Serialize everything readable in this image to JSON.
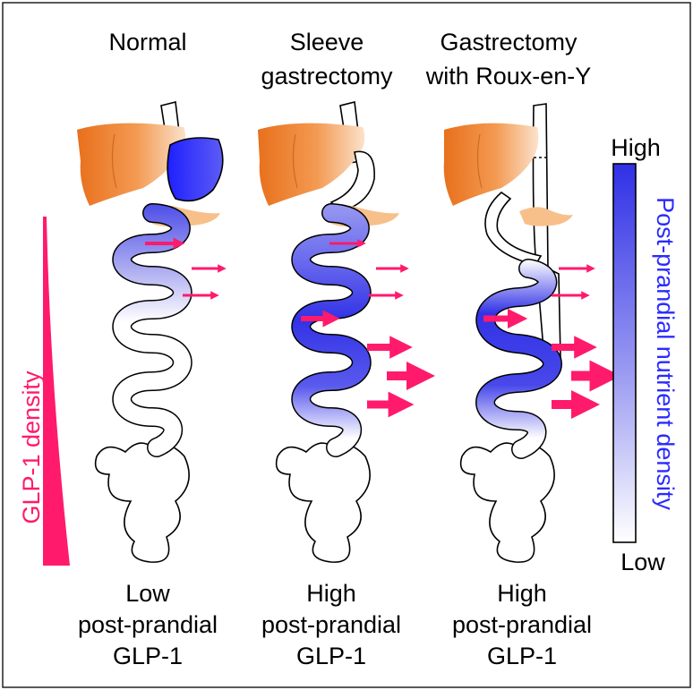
{
  "columns": [
    {
      "title_lines": [
        "Normal"
      ],
      "result_lines": [
        "Low",
        "post-prandial",
        "GLP-1"
      ]
    },
    {
      "title_lines": [
        "Sleeve",
        "gastrectomy"
      ],
      "result_lines": [
        "High",
        "post-prandial",
        "GLP-1"
      ]
    },
    {
      "title_lines": [
        "Gastrectomy",
        "with Roux-en-Y"
      ],
      "result_lines": [
        "High",
        "post-prandial",
        "GLP-1"
      ]
    }
  ],
  "glp1_scale": {
    "label": "GLP-1 density",
    "color": "#ff1a6c"
  },
  "nutrient_scale": {
    "label": "Post-prandial nutrient density",
    "high": "High",
    "low": "Low",
    "color": "#2b2bff"
  },
  "colors": {
    "liver": "#f07a1e",
    "pancreas": "#f7c08a",
    "nutrient": "#3d3de8",
    "arrow": "#ff1a6c"
  }
}
